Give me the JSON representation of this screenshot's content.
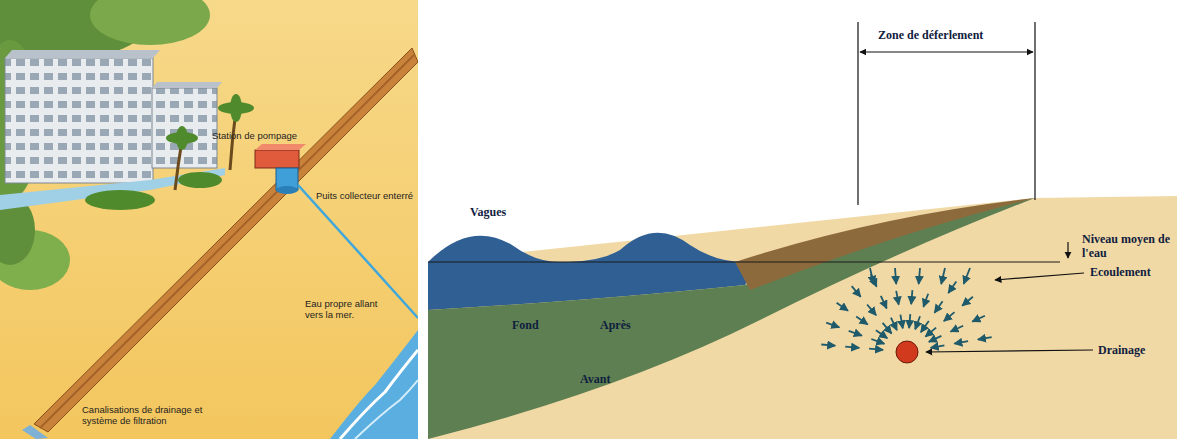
{
  "diagram": {
    "labels": [
      "Station de pompage",
      "Puits collecteur enterré",
      "Eau propre allant vers la mer.",
      "Canalisations de drainage et système de filtration",
      "Zone de déferlement",
      "Vagues",
      "Niveau moyen de l'eau",
      "Ecoulement",
      "Fond",
      "Après",
      "Avant",
      "Drainage"
    ]
  }
}
